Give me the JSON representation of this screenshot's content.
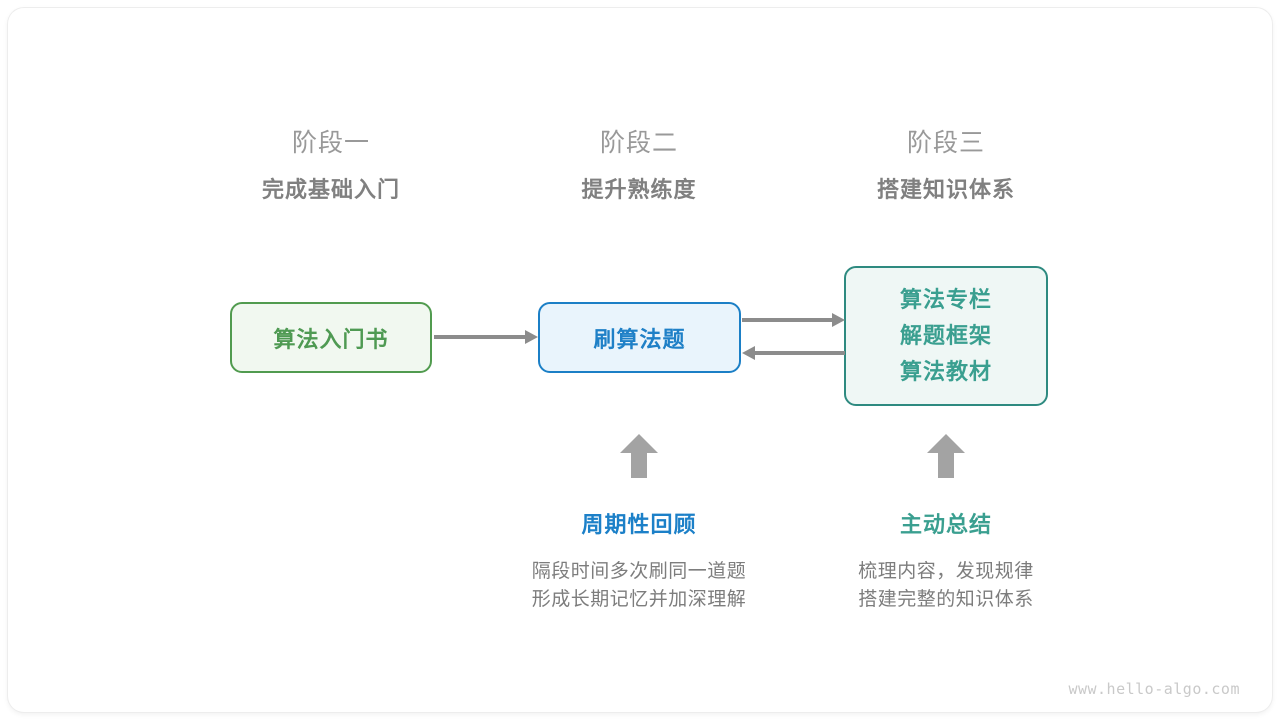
{
  "watermark": "www.hello-algo.com",
  "stages": [
    {
      "num": "阶段一",
      "title": "完成基础入门"
    },
    {
      "num": "阶段二",
      "title": "提升熟练度"
    },
    {
      "num": "阶段三",
      "title": "搭建知识体系"
    }
  ],
  "boxes": {
    "intro_book": {
      "label": "算法入门书",
      "border": "#519b4f",
      "fill": "#f1f8f0",
      "text": "#4f9a53"
    },
    "practice": {
      "label": "刷算法题",
      "border": "#1b7fc6",
      "fill": "#e9f4fc",
      "text": "#1f80c7"
    },
    "resources": {
      "lines": [
        "算法专栏",
        "解题框架",
        "算法教材"
      ],
      "border": "#2e8a80",
      "fill": "#eff7f5",
      "text": "#3a9f90"
    }
  },
  "annotations": [
    {
      "title": "周期性回顾",
      "color": "#1c80c8",
      "desc_line1": "隔段时间多次刷同一道题",
      "desc_line2": "形成长期记忆并加深理解"
    },
    {
      "title": "主动总结",
      "color": "#3a9f90",
      "desc_line1": "梳理内容，发现规律",
      "desc_line2": "搭建完整的知识体系"
    }
  ],
  "arrows": {
    "color": "#8c8c8c",
    "up_color": "#a3a3a3",
    "book_to_practice": "arrow-right",
    "practice_to_resources": "arrow-right",
    "resources_to_practice": "arrow-left",
    "review_up": "arrow-up",
    "summary_up": "arrow-up"
  }
}
